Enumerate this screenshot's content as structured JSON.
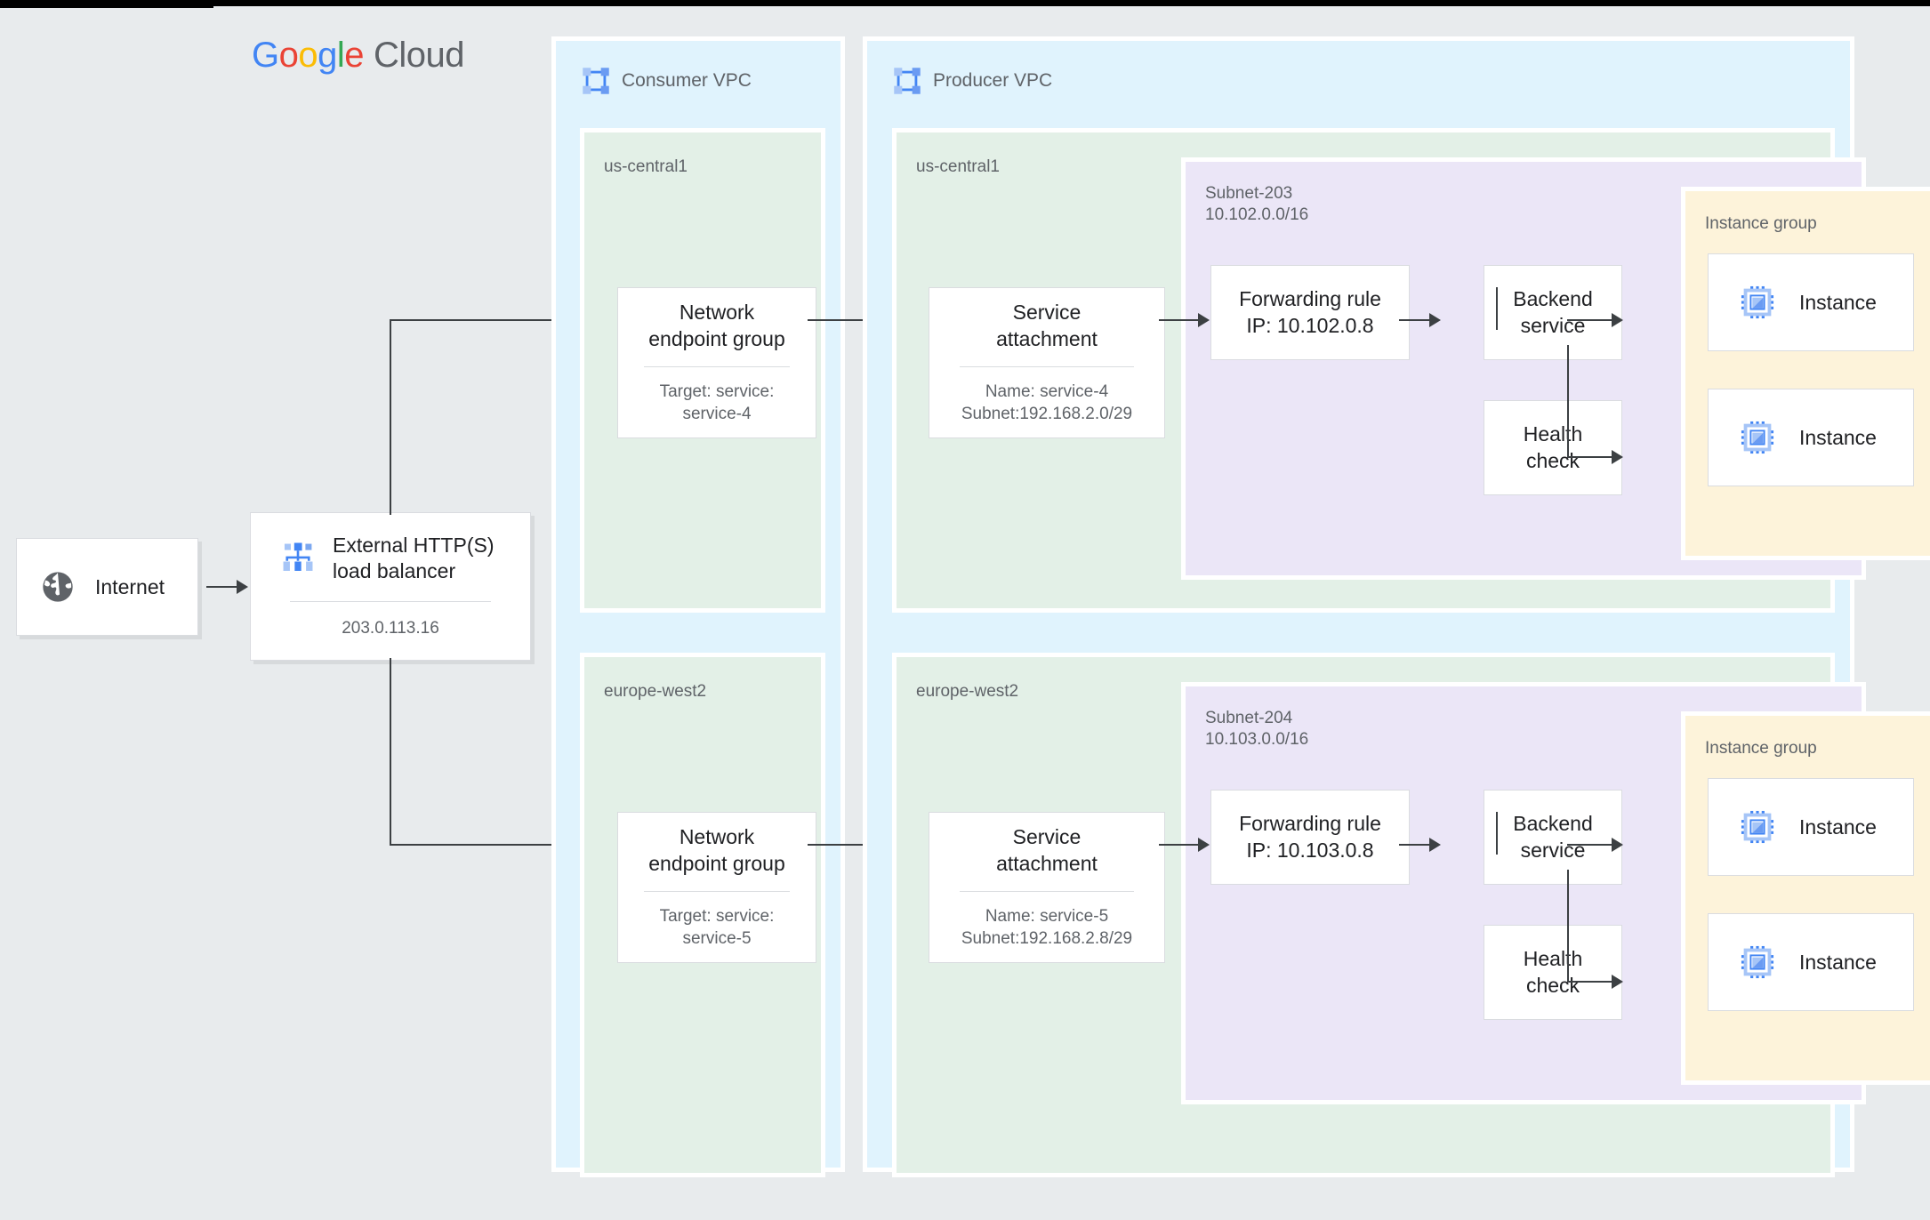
{
  "brand": {
    "g1": "G",
    "o1": "o",
    "o2": "o",
    "g2": "g",
    "l1": "l",
    "e1": "e",
    "cloud": "Cloud",
    "colors": {
      "blue": "#4285F4",
      "red": "#EA4335",
      "yellow": "#FBBC05",
      "green": "#34A853",
      "gray": "#5F6368"
    }
  },
  "internet": {
    "label": "Internet",
    "icon": "globe-icon"
  },
  "load_balancer": {
    "title_line1": "External HTTP(S)",
    "title_line2": "load balancer",
    "ip": "203.0.113.16",
    "icon": "load-balancer-icon"
  },
  "consumer_vpc": {
    "title": "Consumer VPC",
    "icon": "vpc-icon",
    "regions": [
      {
        "label": "us-central1",
        "neg": {
          "title": "Network\nendpoint group",
          "sub": "Target: service:\nservice-4"
        }
      },
      {
        "label": "europe-west2",
        "neg": {
          "title": "Network\nendpoint group",
          "sub": "Target: service:\nservice-5"
        }
      }
    ]
  },
  "producer_vpc": {
    "title": "Producer VPC",
    "icon": "vpc-icon",
    "regions": [
      {
        "label": "us-central1",
        "service_attachment": {
          "title": "Service\nattachment",
          "sub": "Name: service-4\nSubnet:192.168.2.0/29"
        },
        "subnet": {
          "name": "Subnet-203",
          "cidr": "10.102.0.0/16",
          "forwarding_rule": {
            "line1": "Forwarding rule",
            "line2": "IP: 10.102.0.8"
          },
          "backend_service": {
            "line1": "Backend",
            "line2": "service"
          },
          "health_check": {
            "line1": "Health",
            "line2": "check"
          },
          "instance_group": {
            "label": "Instance group",
            "instances": [
              {
                "label": "Instance",
                "icon": "instance-chip-icon"
              },
              {
                "label": "Instance",
                "icon": "instance-chip-icon"
              }
            ]
          }
        }
      },
      {
        "label": "europe-west2",
        "service_attachment": {
          "title": "Service\nattachment",
          "sub": "Name: service-5\nSubnet:192.168.2.8/29"
        },
        "subnet": {
          "name": "Subnet-204",
          "cidr": "10.103.0.0/16",
          "forwarding_rule": {
            "line1": "Forwarding rule",
            "line2": "IP: 10.103.0.8"
          },
          "backend_service": {
            "line1": "Backend",
            "line2": "service"
          },
          "health_check": {
            "line1": "Health",
            "line2": "check"
          },
          "instance_group": {
            "label": "Instance group",
            "instances": [
              {
                "label": "Instance",
                "icon": "instance-chip-icon"
              },
              {
                "label": "Instance",
                "icon": "instance-chip-icon"
              }
            ]
          }
        }
      }
    ]
  },
  "palette": {
    "canvas": "#e8ebed",
    "vpc": "#e0f3fd",
    "region": "#e3f0e7",
    "subnet": "#ebe6f7",
    "instance_group": "#fdf3da",
    "card": "#ffffff",
    "border": "#dadce0",
    "connector": "#3c4043",
    "text_primary": "#202124",
    "text_secondary": "#5f6368",
    "icon_blue": "#4285F4",
    "icon_blue_light": "#A6C5F7"
  }
}
